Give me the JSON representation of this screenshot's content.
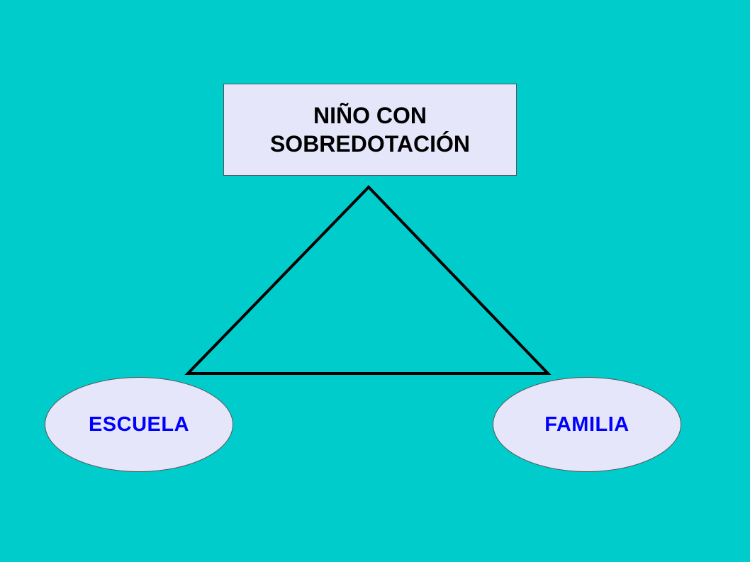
{
  "diagram": {
    "top_node": {
      "line1": "NIÑO CON",
      "line2": "SOBREDOTACIÓN"
    },
    "left_node": {
      "label": "ESCUELA"
    },
    "right_node": {
      "label": "FAMILIA"
    }
  },
  "colors": {
    "background": "#00CCCC",
    "node_fill": "#E6E6FA",
    "label_blue": "#0000FF",
    "triangle_stroke": "#000000"
  }
}
